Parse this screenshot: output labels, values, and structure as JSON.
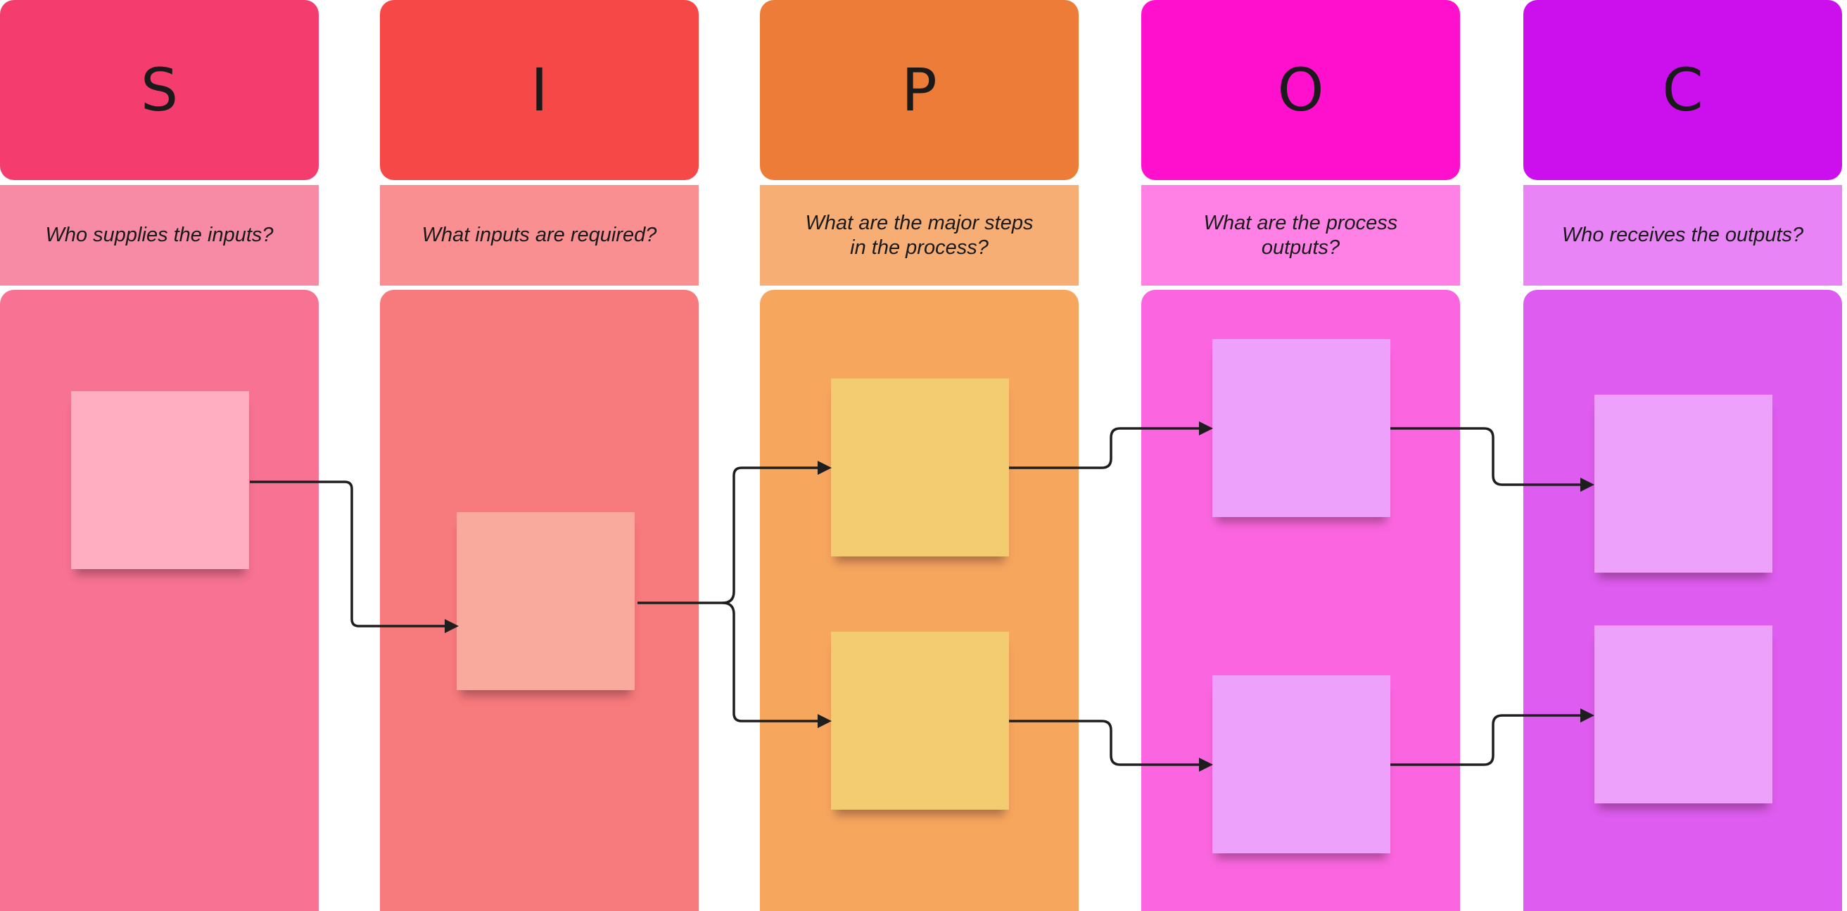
{
  "columns": [
    {
      "letter": "S",
      "question": "Who supplies the inputs?",
      "colors": {
        "header": "#f43d6e",
        "question": "#f78ba5",
        "body": "#f77293",
        "sticky": "#ffadc1"
      }
    },
    {
      "letter": "I",
      "question": "What inputs are required?",
      "colors": {
        "header": "#f74848",
        "question": "#f98f91",
        "body": "#f77a7c",
        "sticky": "#f9aa9c"
      }
    },
    {
      "letter": "P",
      "question": "What are the major steps\nin the process?",
      "colors": {
        "header": "#ec7c38",
        "question": "#f7ae75",
        "body": "#f7a65e",
        "sticky": "#f3cb71"
      }
    },
    {
      "letter": "O",
      "question": "What are the process\noutputs?",
      "colors": {
        "header": "#ff10cd",
        "question": "#ff81e5",
        "body": "#fb66e0",
        "sticky": "#eda1fb"
      }
    },
    {
      "letter": "C",
      "question": "Who receives the outputs?",
      "colors": {
        "header": "#cc10ed",
        "question": "#e884f6",
        "body": "#de5cef",
        "sticky": "#eda1fb"
      }
    }
  ]
}
